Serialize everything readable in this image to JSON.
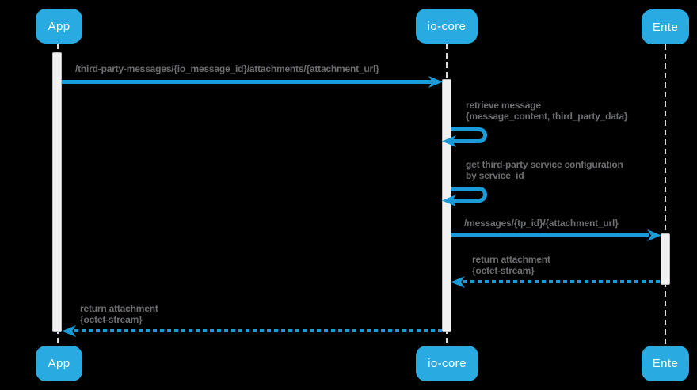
{
  "diagram": {
    "type": "sequence",
    "participants": [
      {
        "id": "app",
        "label": "App"
      },
      {
        "id": "io_core",
        "label": "io-core"
      },
      {
        "id": "ente",
        "label": "Ente"
      }
    ],
    "messages": [
      {
        "kind": "request",
        "from": "App",
        "to": "io-core",
        "style": "solid",
        "label": "/third-party-messages/{io_message_id}/attachments/{attachment_url}"
      },
      {
        "kind": "self",
        "on": "io-core",
        "style": "solid",
        "line1": "retrieve message",
        "line2": "{message_content, third_party_data}"
      },
      {
        "kind": "self",
        "on": "io-core",
        "style": "solid",
        "line1": "get third-party service configuration",
        "line2": "by service_id"
      },
      {
        "kind": "request",
        "from": "io-core",
        "to": "Ente",
        "style": "solid",
        "label": "/messages/{tp_id}/{attachment_url}"
      },
      {
        "kind": "return",
        "from": "Ente",
        "to": "io-core",
        "style": "dotted",
        "line1": "return attachment",
        "line2": "{octet-stream}"
      },
      {
        "kind": "return",
        "from": "io-core",
        "to": "App",
        "style": "dotted",
        "line1": "return attachment",
        "line2": "{octet-stream}"
      }
    ],
    "colors": {
      "background": "#000000",
      "actor_fill": "#29ABE2",
      "actor_text": "#FFFFFF",
      "arrow": "#1B9CD8",
      "message_text": "#6D6E71",
      "lifeline": "#DBDCDD",
      "activation_fill": "#F1F1F2",
      "activation_border": "#BDBFC1"
    }
  }
}
